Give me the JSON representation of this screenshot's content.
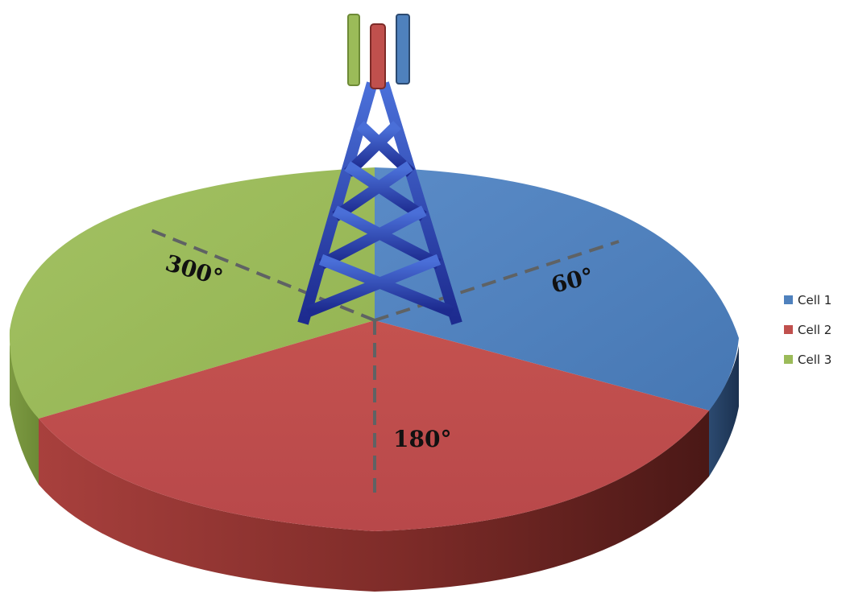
{
  "legend": [
    {
      "label": "Cell 1",
      "color": "#4f81bd"
    },
    {
      "label": "Cell 2",
      "color": "#c0504d"
    },
    {
      "label": "Cell 3",
      "color": "#9bbb59"
    }
  ],
  "sectors": [
    {
      "name": "Cell 1",
      "color": "#4f81bd",
      "azimuth_label": "60°"
    },
    {
      "name": "Cell 2",
      "color": "#c0504d",
      "azimuth_label": "180°"
    },
    {
      "name": "Cell 3",
      "color": "#9bbb59",
      "azimuth_label": "300°"
    }
  ],
  "tower": {
    "color": "#2b3ea6",
    "antenna_colors": [
      "#9bbb59",
      "#c0504d",
      "#4f81bd"
    ]
  }
}
